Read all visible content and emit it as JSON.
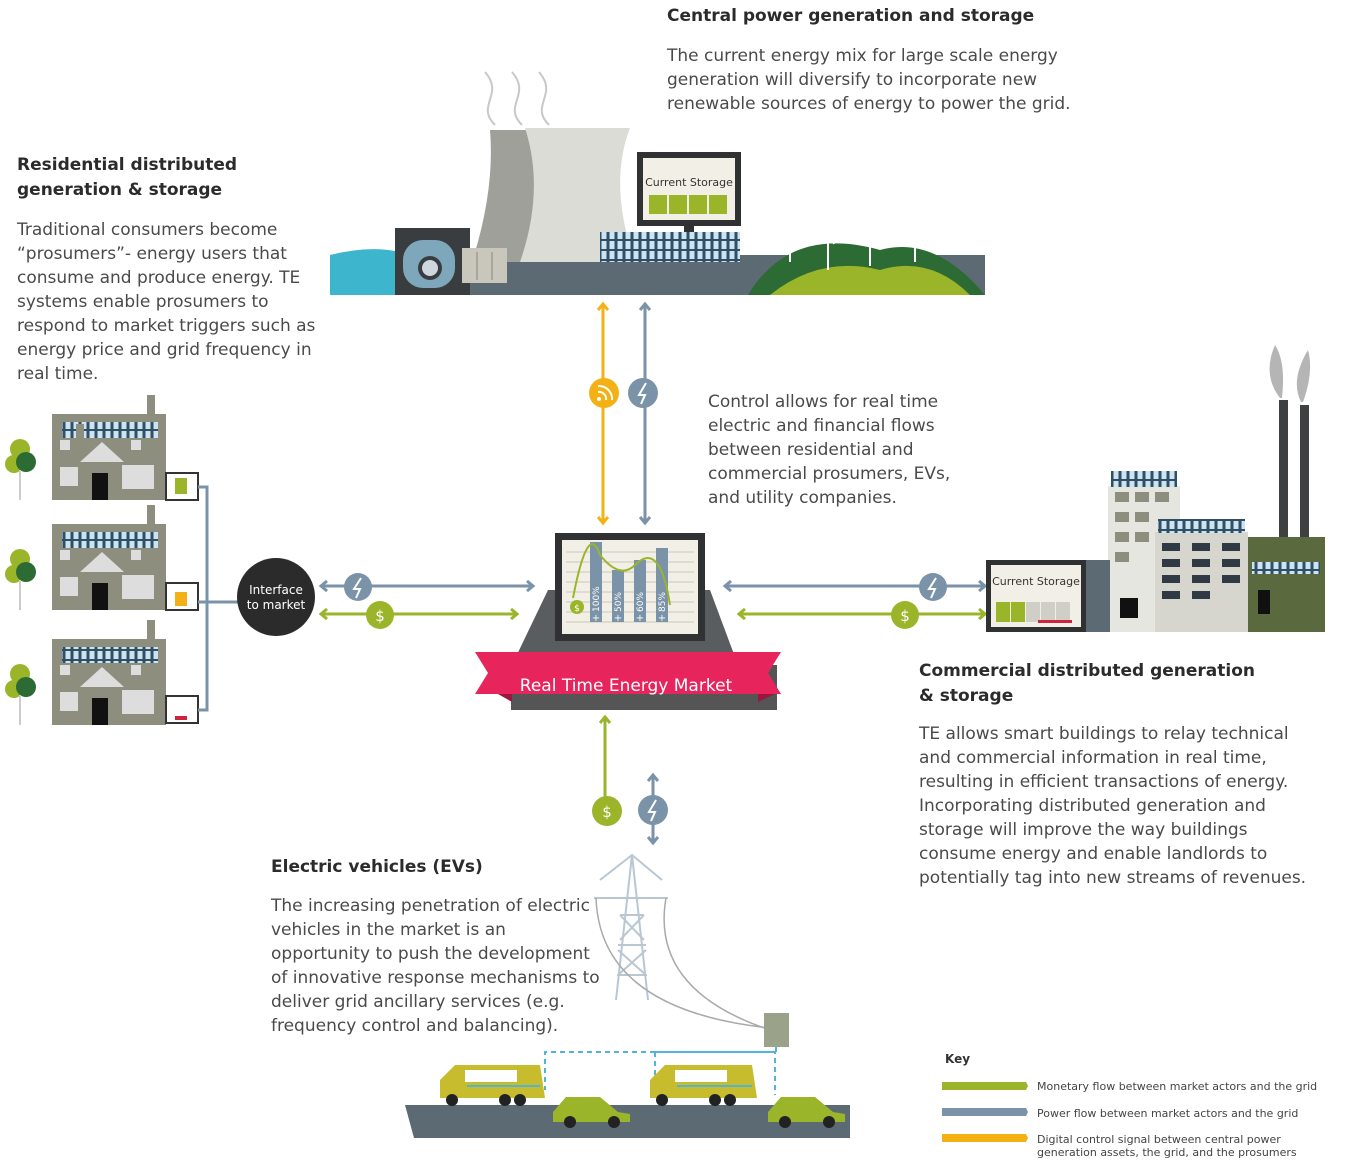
{
  "sections": {
    "central": {
      "title": "Central power generation and storage",
      "body": "The current energy mix for large scale energy generation will diversify to incorporate new renewable sources of energy to power the grid."
    },
    "residential": {
      "title_line1": "Residential distributed",
      "title_line2": "generation & storage",
      "body": "Traditional consumers become “prosumers”- energy users that consume and produce energy. TE systems enable prosumers to respond to market triggers such as energy price and grid frequency in real time."
    },
    "control": {
      "body": "Control allows for real time electric and financial flows between residential and commercial prosumers, EVs, and utility companies."
    },
    "commercial": {
      "title_line1": "Commercial distributed generation",
      "title_line2": "& storage",
      "body": "TE allows smart buildings to relay technical and commercial information in real time, resulting in efficient transactions of energy. Incorporating distributed generation and storage will improve the way buildings consume energy and enable landlords to potentially tag into new streams of revenues."
    },
    "ev": {
      "title": "Electric vehicles (EVs)",
      "body": "The increasing penetration of electric vehicles in the market is an opportunity to push the development of innovative response mechanisms to deliver grid ancillary services (e.g. frequency control and balancing)."
    }
  },
  "labels": {
    "current_storage_central": "Current Storage",
    "current_storage_commercial": "Current Storage",
    "interface_line1": "Interface",
    "interface_line2": "to market",
    "market_banner": "Real Time Energy Market",
    "bars": [
      "100%",
      "50%",
      "60%",
      "85%"
    ],
    "plus": "+",
    "dollar": "$"
  },
  "key": {
    "title": "Key",
    "items": [
      {
        "label_line1": "Monetary flow between market actors and the grid",
        "label_line2": "",
        "color": "#9bb52a"
      },
      {
        "label_line1": "Power flow between market actors and the grid",
        "label_line2": "",
        "color": "#7a93a8"
      },
      {
        "label_line1": "Digital control signal between central power",
        "label_line2": "generation assets, the grid, and the prosumers",
        "color": "#f3b116"
      }
    ]
  },
  "colors": {
    "monetary": "#9bb52a",
    "power": "#7a93a8",
    "control": "#f3b116",
    "banner": "#e8245c",
    "house": "#8e8e7e",
    "solar": "#2e4f66"
  }
}
